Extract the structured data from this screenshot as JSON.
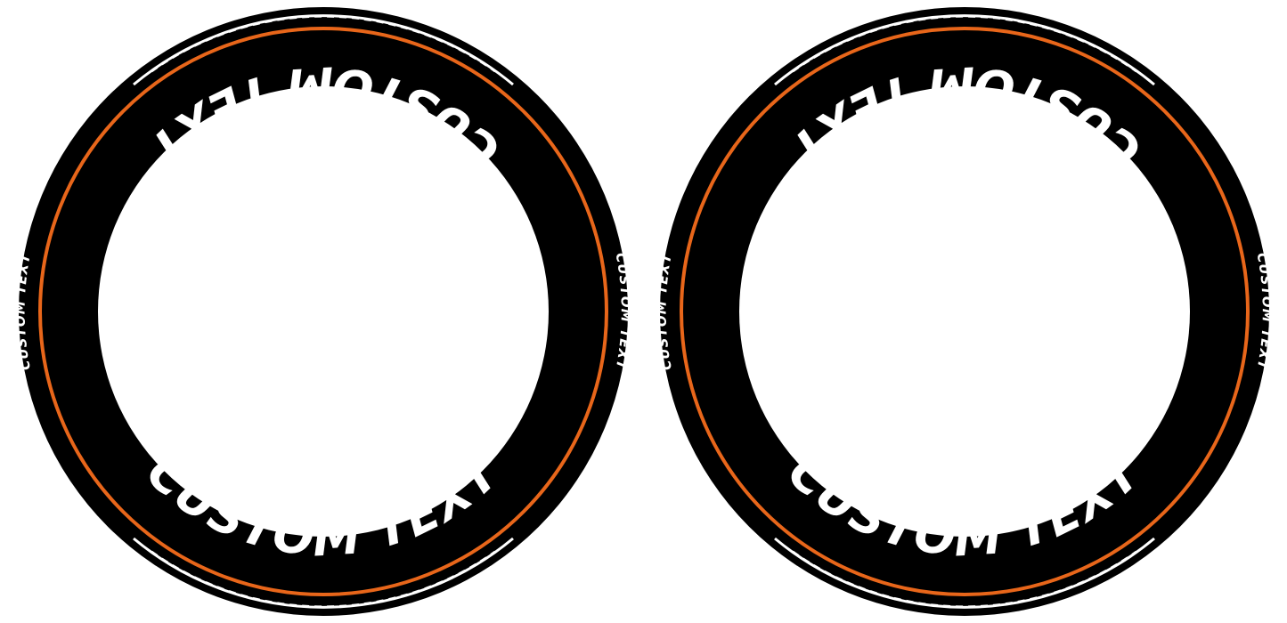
{
  "colors": {
    "tire": "#000000",
    "accent": "#e8661a",
    "lettering": "#ffffff",
    "background": "#ffffff"
  },
  "tires": [
    {
      "top_text": "CUSTOM TEXT",
      "bottom_text": "CUSTOM TEXT",
      "left_side_text": "CUSTOM TEXT",
      "right_side_text": "CUSTOM TEXT"
    },
    {
      "top_text": "CUSTOM TEXT",
      "bottom_text": "CUSTOM TEXT",
      "left_side_text": "CUSTOM TEXT",
      "right_side_text": "CUSTOM TEXT"
    }
  ]
}
